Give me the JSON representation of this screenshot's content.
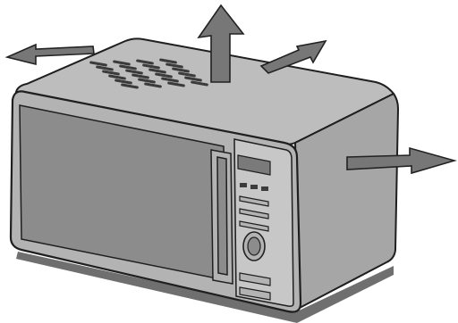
{
  "figure": {
    "subject": "microwave-oven",
    "colors": {
      "background": "#ffffff",
      "outline": "#1f1f1f",
      "top_surface": "#bdbdbd",
      "side_surface": "#a6a6a6",
      "front_frame": "#b3b3b3",
      "door_window": "#8c8c8c",
      "control_panel": "#c7c7c7",
      "display": "#7a7a7a",
      "vents": "#3b3b3b",
      "shadow": "#6f6f6f",
      "arrow_fill": "#777777",
      "arrow_outline": "#222222"
    },
    "clearance_arrows": [
      "up",
      "back-left",
      "back-right",
      "right"
    ],
    "vent_rows": 6
  }
}
